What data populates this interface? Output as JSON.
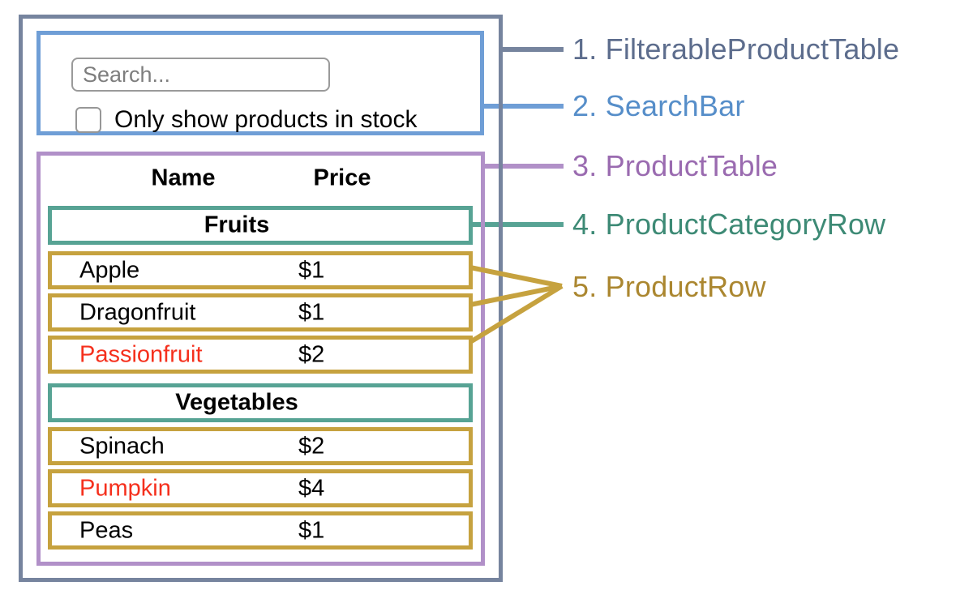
{
  "annotations": [
    {
      "text": "1. FilterableProductTable"
    },
    {
      "text": "2. SearchBar"
    },
    {
      "text": "3. ProductTable"
    },
    {
      "text": "4. ProductCategoryRow"
    },
    {
      "text": "5. ProductRow"
    }
  ],
  "search_bar": {
    "placeholder": "Search...",
    "checkbox_label": "Only show products in stock",
    "checkbox_checked": false
  },
  "product_table": {
    "headers": {
      "name": "Name",
      "price": "Price"
    },
    "groups": [
      {
        "category": "Fruits",
        "rows": [
          {
            "name": "Apple",
            "price": "$1",
            "out_of_stock": false
          },
          {
            "name": "Dragonfruit",
            "price": "$1",
            "out_of_stock": false
          },
          {
            "name": "Passionfruit",
            "price": "$2",
            "out_of_stock": true
          }
        ]
      },
      {
        "category": "Vegetables",
        "rows": [
          {
            "name": "Spinach",
            "price": "$2",
            "out_of_stock": false
          },
          {
            "name": "Pumpkin",
            "price": "$4",
            "out_of_stock": true
          },
          {
            "name": "Peas",
            "price": "$1",
            "out_of_stock": false
          }
        ]
      }
    ]
  },
  "colors": {
    "outer_border": "#76849e",
    "label_1": "#5d6d8d",
    "searchbar_border": "#6f9ed6",
    "label_2": "#568ec9",
    "table_border": "#b190c8",
    "label_3": "#9a6bb0",
    "category_border": "#57a394",
    "label_4": "#3d8a75",
    "row_border": "#c6a23f",
    "label_5": "#ab8730",
    "out_of_stock_text": "#f5301d"
  }
}
